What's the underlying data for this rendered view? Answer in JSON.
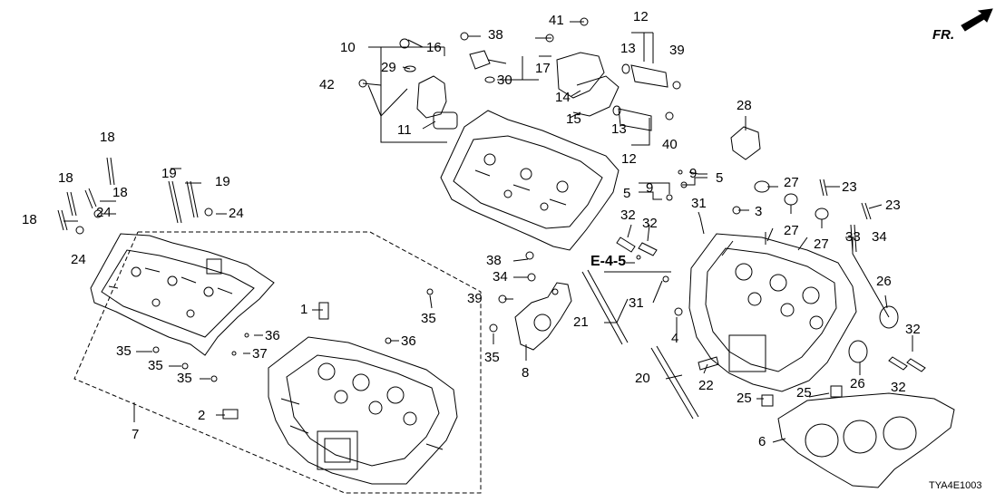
{
  "diagram": {
    "orientation_text": "FR.",
    "reference_text": "E-4-5",
    "drawing_code": "TYA4E1003",
    "callouts": [
      "1",
      "2",
      "3",
      "4",
      "5",
      "5",
      "6",
      "7",
      "8",
      "9",
      "9",
      "10",
      "11",
      "12",
      "12",
      "13",
      "13",
      "14",
      "15",
      "16",
      "17",
      "18",
      "18",
      "18",
      "18",
      "19",
      "19",
      "20",
      "21",
      "22",
      "23",
      "23",
      "24",
      "24",
      "24",
      "25",
      "25",
      "26",
      "26",
      "27",
      "27",
      "27",
      "28",
      "29",
      "30",
      "31",
      "31",
      "32",
      "32",
      "32",
      "32",
      "33",
      "34",
      "34",
      "35",
      "35",
      "35",
      "35",
      "35",
      "36",
      "36",
      "37",
      "38",
      "38",
      "39",
      "39",
      "40",
      "41",
      "42"
    ]
  }
}
